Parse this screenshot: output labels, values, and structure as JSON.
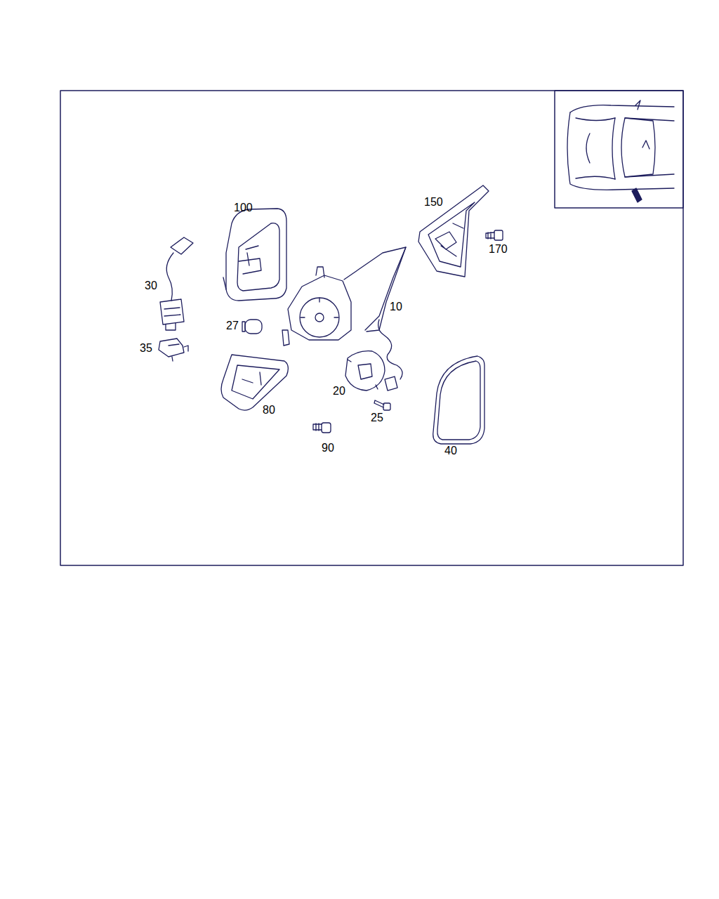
{
  "diagram": {
    "labels": [
      "150",
      "100",
      "170",
      "30",
      "10",
      "27",
      "35",
      "20",
      "80",
      "25",
      "90",
      "40"
    ]
  }
}
